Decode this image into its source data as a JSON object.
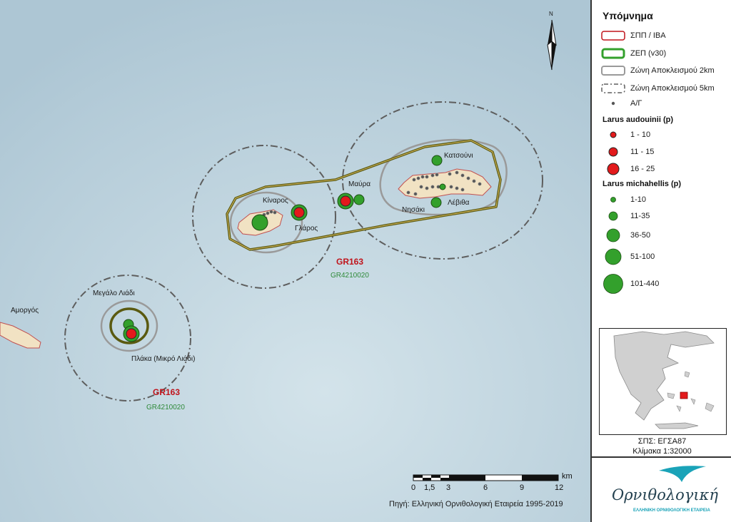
{
  "map": {
    "place_labels": {
      "amorgos": "Αμοργός",
      "megalo_liadi": "Μεγάλο Λιάδι",
      "plaka": "Πλάκα (Μικρό Λιάδι)",
      "kinaros": "Κίναρος",
      "glaros": "Γλάρος",
      "mavra": "Μαύρα",
      "katsouni": "Κατσούνι",
      "nisaki": "Νησάκι",
      "levitha": "Λέβιθα"
    },
    "site_codes": [
      {
        "red": "GR163",
        "green": "GR4210020"
      },
      {
        "red": "GR163",
        "green": "GR4210020"
      }
    ],
    "scale_bar": {
      "unit": "km",
      "ticks": [
        "0",
        "1,5",
        "3",
        "6",
        "9",
        "12"
      ]
    },
    "source": "Πηγή: Ελληνική Ορνιθολογική Εταιρεία 1995-2019",
    "north_label": "N"
  },
  "legend": {
    "title": "Υπόμνημα",
    "items": [
      {
        "label": "ΣΠΠ / IBA",
        "symbol": "red-outline-box"
      },
      {
        "label": "ΖΕΠ (v30)",
        "symbol": "green-thick-box"
      },
      {
        "label": "Ζώνη Αποκλεισμού 2km",
        "symbol": "gray-box"
      },
      {
        "label": "Ζώνη Αποκλεισμού 5km",
        "symbol": "dashdot-box"
      },
      {
        "label": "Α/Γ",
        "symbol": "small-dot"
      }
    ],
    "audouinii": {
      "title": "Larus audouinii (p)",
      "classes": [
        "1 - 10",
        "11 - 15",
        "16 - 25"
      ],
      "color": "#e31a1c"
    },
    "michahellis": {
      "title": "Larus michahellis (p)",
      "classes": [
        "1-10",
        "11-35",
        "36-50",
        "51-100",
        "101-440"
      ],
      "color": "#33a02c"
    }
  },
  "info": {
    "crs": "ΣΠΣ: ΕΓΣΑ87",
    "scale": "Κλίμακα 1:32000"
  },
  "logo": {
    "name": "Ορνιθολογική",
    "subtitle": "ΕΛΛΗΝΙΚΗ ΟΡΝΙΘΟΛΟΓΙΚΗ ΕΤΑΙΡΕΙΑ"
  },
  "colors": {
    "sea": "#b9cfdb",
    "island": "#f1e2c3",
    "spa_outline": "#5a5a10",
    "iba_outline": "#c0141b",
    "buffer_2km": "#9a9a9a",
    "buffer_5km": "#5e5e5e",
    "audouinii": "#e31a1c",
    "michahellis": "#33a02c"
  }
}
